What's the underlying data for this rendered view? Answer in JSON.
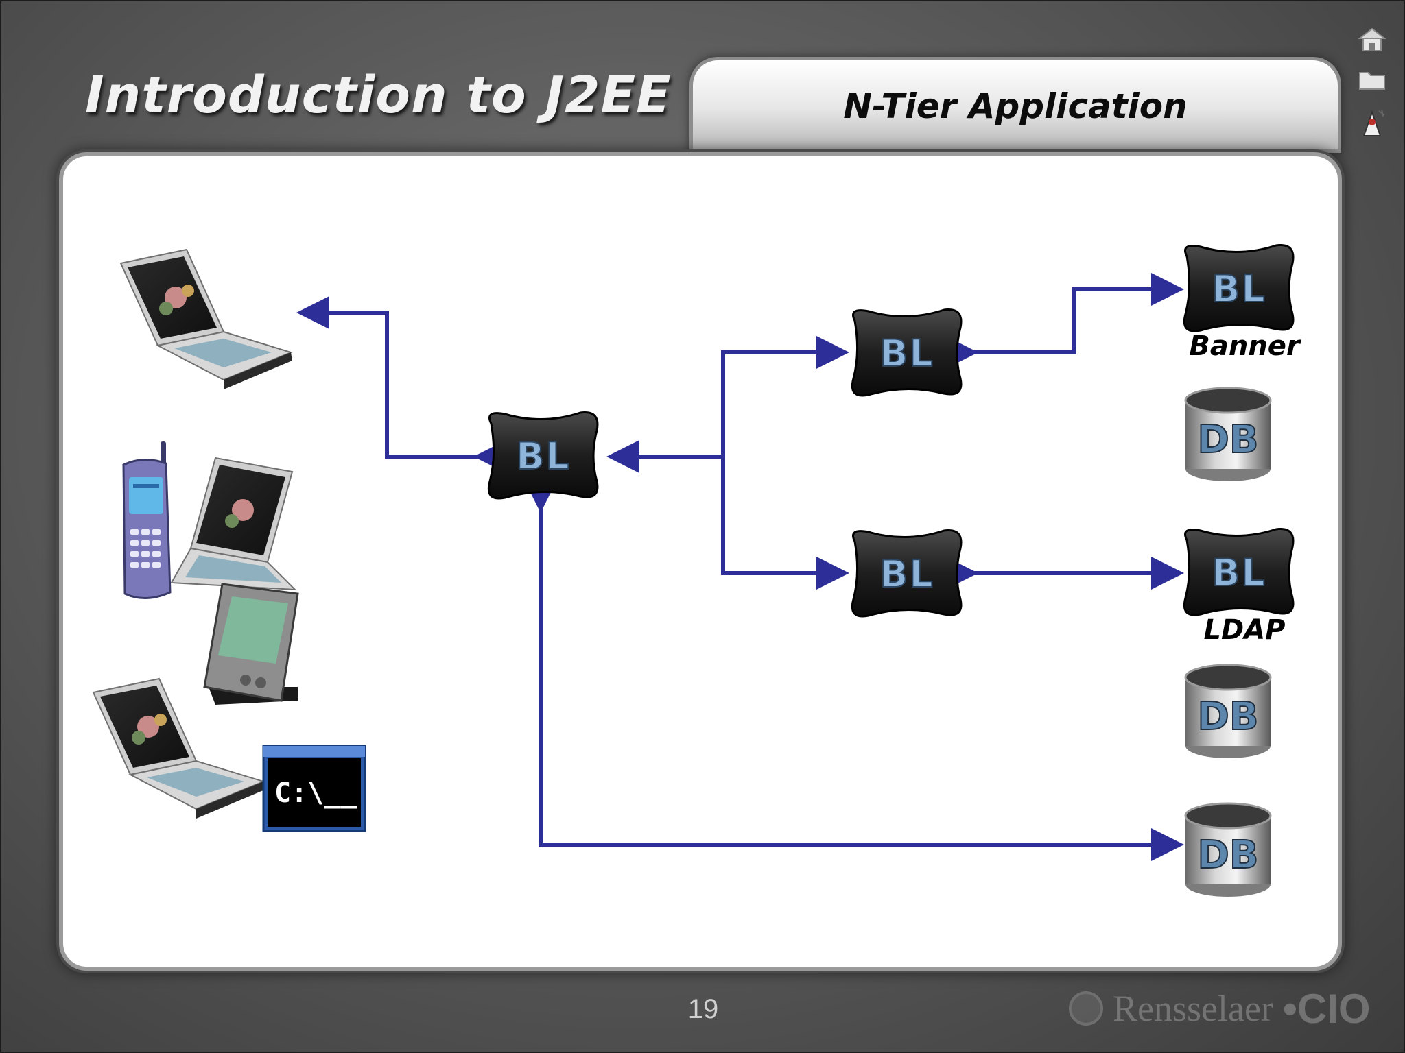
{
  "slide": {
    "title": "Introduction to J2EE",
    "subtitle": "N-Tier Application",
    "page_number": "19",
    "logo_text": "Rensselaer",
    "logo_cio": "•CIO"
  },
  "side_icons": [
    "home-icon",
    "folder-icon",
    "java-duke-icon"
  ],
  "diagram": {
    "node_label": "BL",
    "db_label": "DB",
    "terminal_prompt": "C:\\__",
    "captions": {
      "banner": "Banner",
      "ldap": "LDAP"
    },
    "clients": [
      "laptop",
      "mobile-phone",
      "laptop",
      "pda",
      "laptop",
      "command-prompt"
    ]
  },
  "colors": {
    "arrow": "#2e2e99",
    "background": "#5c5c5c",
    "panel": "#ffffff"
  }
}
